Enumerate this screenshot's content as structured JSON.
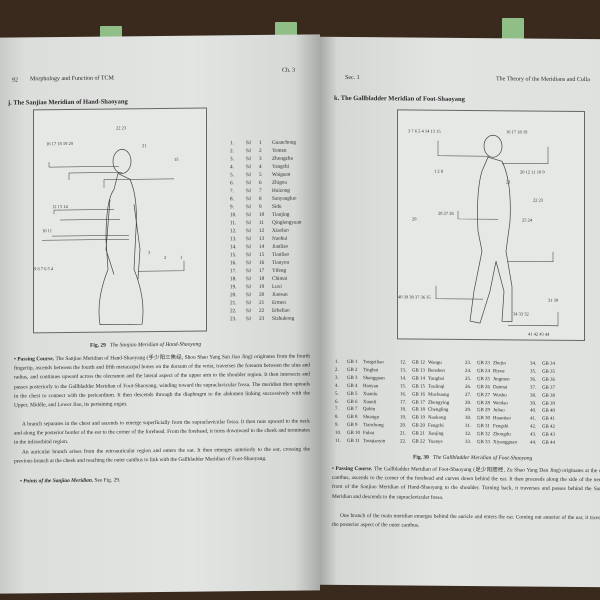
{
  "left_page": {
    "page_number": "92",
    "running_head": "Morphology and Function of TCM",
    "chapter": "Ch. 3",
    "section_title": "j. The Sanjiao Meridian of Hand-Shaoyang",
    "figure_labels": [
      "22 23",
      "16 17 18 19 20",
      "21",
      "15",
      "12 13 14",
      "10 11",
      "3",
      "2",
      "1",
      "9 8 7 6 5 4"
    ],
    "points": [
      {
        "n": "1.",
        "c": "SJ",
        "k": "1",
        "name": "Guanchong"
      },
      {
        "n": "2.",
        "c": "SJ",
        "k": "2",
        "name": "Yemen"
      },
      {
        "n": "3.",
        "c": "SJ",
        "k": "3",
        "name": "Zhongzhu"
      },
      {
        "n": "4.",
        "c": "SJ",
        "k": "4",
        "name": "Yangchi"
      },
      {
        "n": "5.",
        "c": "SJ",
        "k": "5",
        "name": "Waiguan"
      },
      {
        "n": "6.",
        "c": "SJ",
        "k": "6",
        "name": "Zhigou"
      },
      {
        "n": "7.",
        "c": "SJ",
        "k": "7",
        "name": "Huizong"
      },
      {
        "n": "8.",
        "c": "SJ",
        "k": "8",
        "name": "Sanyangluo"
      },
      {
        "n": "9.",
        "c": "SJ",
        "k": "9",
        "name": "Sidu"
      },
      {
        "n": "10.",
        "c": "SJ",
        "k": "10",
        "name": "Tianjing"
      },
      {
        "n": "11.",
        "c": "SJ",
        "k": "11",
        "name": "Qinglengyuan"
      },
      {
        "n": "12.",
        "c": "SJ",
        "k": "12",
        "name": "Xiaoluo"
      },
      {
        "n": "13.",
        "c": "SJ",
        "k": "13",
        "name": "Naohui"
      },
      {
        "n": "14.",
        "c": "SJ",
        "k": "14",
        "name": "Jianliao"
      },
      {
        "n": "15.",
        "c": "SJ",
        "k": "15",
        "name": "Tianliao"
      },
      {
        "n": "16.",
        "c": "SJ",
        "k": "16",
        "name": "Tianyou"
      },
      {
        "n": "17.",
        "c": "SJ",
        "k": "17",
        "name": "Yifeng"
      },
      {
        "n": "18.",
        "c": "SJ",
        "k": "18",
        "name": "Chimai"
      },
      {
        "n": "19.",
        "c": "SJ",
        "k": "19",
        "name": "Luxi"
      },
      {
        "n": "20.",
        "c": "SJ",
        "k": "20",
        "name": "Jiaosun"
      },
      {
        "n": "21.",
        "c": "SJ",
        "k": "21",
        "name": "Ermen"
      },
      {
        "n": "22.",
        "c": "SJ",
        "k": "22",
        "name": "Erheliao"
      },
      {
        "n": "23.",
        "c": "SJ",
        "k": "23",
        "name": "Sizhukong"
      }
    ],
    "fig_caption_num": "Fig. 29",
    "fig_caption_text": "The Sanjiao Meridian of Hand-Shaoyang",
    "passing_label": "• Passing Course.",
    "para1": "The Sanjiao Meridian of Hand-Shaoyang (手少阳三焦经, Shou Shao Yang San Jiao Jing) originates from the fourth fingertip, ascends between the fourth and fifth metacarpal bones on the dorsum of the wrist, traverses the forearm between the ulna and radius, and continues upward across the olecranon and the lateral aspect of the upper arm to the shoulder region. It then intersects and passes posteriorly to the Gallbladder Meridian of Foot-Shaoyang, winding toward the supraclavicular fossa. The meridian then spreads in the chest to connect with the pericardium. It then descends through the diaphragm to the abdomen linking successively with the Upper, Middle, and Lower Jiao, its pertaining organ.",
    "para2": "A branch separates in the chest and ascends to emerge superficially from the supraclavicular fossa. It then runs upward to the neck and along the posterior border of the ear to the corner of the forehead. From the forehead, it turns downward to the cheek and terminates in the infraorbital region.",
    "para3": "An auricular branch arises from the retroauricular region and enters the ear. It then emerges anteriorly to the ear, crossing the previous branch at the cheek and reaching the outer canthus to link with the Gallbladder Meridian of Foot-Shaoyang.",
    "points_label": "• Points of the Sanjiao Meridian.",
    "points_ref": "See Fig. 29."
  },
  "right_page": {
    "section": "Sec. 1",
    "running_head": "The Theory of the Meridians and Colla",
    "section_title": "k. The Gallbladder Meridian of Foot-Shaoyang",
    "figure_labels": [
      "3 7 6 5 4 14 13 15",
      "16 17 18 19",
      "1 2 8",
      "20 12 11 10 9",
      "21",
      "22 23",
      "29",
      "28 27 26",
      "25 24",
      "31 30",
      "34 33 32",
      "40 39 38 37 36 35",
      "41 42 43 44"
    ],
    "table": [
      [
        {
          "n": "1.",
          "c": "GB 1",
          "name": "Tongziliao"
        },
        {
          "n": "2.",
          "c": "GB 2",
          "name": "Tinghui"
        },
        {
          "n": "3.",
          "c": "GB 3",
          "name": "Shangguan"
        },
        {
          "n": "4.",
          "c": "GB 4",
          "name": "Hanyan"
        },
        {
          "n": "5.",
          "c": "GB 5",
          "name": "Xuanlu"
        },
        {
          "n": "6.",
          "c": "GB 6",
          "name": "Xuanli"
        },
        {
          "n": "7.",
          "c": "GB 7",
          "name": "Qubin"
        },
        {
          "n": "8.",
          "c": "GB 8",
          "name": "Shuaigu"
        },
        {
          "n": "9.",
          "c": "GB 9",
          "name": "Tianchong"
        },
        {
          "n": "10.",
          "c": "GB 10",
          "name": "Fubai"
        },
        {
          "n": "11.",
          "c": "GB 11",
          "name": "Touqiaoyin"
        }
      ],
      [
        {
          "n": "12.",
          "c": "GB 12",
          "name": "Wangu"
        },
        {
          "n": "13.",
          "c": "GB 13",
          "name": "Benshen"
        },
        {
          "n": "14.",
          "c": "GB 14",
          "name": "Yangbai"
        },
        {
          "n": "15.",
          "c": "GB 15",
          "name": "Toulinqi"
        },
        {
          "n": "16.",
          "c": "GB 16",
          "name": "Muchuang"
        },
        {
          "n": "17.",
          "c": "GB 17",
          "name": "Zhengying"
        },
        {
          "n": "18.",
          "c": "GB 18",
          "name": "Chengling"
        },
        {
          "n": "19.",
          "c": "GB 19",
          "name": "Naokong"
        },
        {
          "n": "20.",
          "c": "GB 20",
          "name": "Fengchi"
        },
        {
          "n": "21.",
          "c": "GB 21",
          "name": "Jianjing"
        },
        {
          "n": "22.",
          "c": "GB 22",
          "name": "Yuanye"
        }
      ],
      [
        {
          "n": "23.",
          "c": "GB 23",
          "name": "Zhejin"
        },
        {
          "n": "24.",
          "c": "GB 24",
          "name": "Riyue"
        },
        {
          "n": "25.",
          "c": "GB 25",
          "name": "Jingmen"
        },
        {
          "n": "26.",
          "c": "GB 26",
          "name": "Daimai"
        },
        {
          "n": "27.",
          "c": "GB 27",
          "name": "Wushu"
        },
        {
          "n": "28.",
          "c": "GB 28",
          "name": "Weidao"
        },
        {
          "n": "29.",
          "c": "GB 29",
          "name": "Juliao"
        },
        {
          "n": "30.",
          "c": "GB 30",
          "name": "Huantiao"
        },
        {
          "n": "31.",
          "c": "GB 31",
          "name": "Fengshi"
        },
        {
          "n": "32.",
          "c": "GB 32",
          "name": "Zhongdu"
        },
        {
          "n": "33.",
          "c": "GB 33",
          "name": "Xiyangguan"
        }
      ],
      [
        {
          "n": "34.",
          "c": "GB 34",
          "name": ""
        },
        {
          "n": "35.",
          "c": "GB 35",
          "name": ""
        },
        {
          "n": "36.",
          "c": "GB 36",
          "name": ""
        },
        {
          "n": "37.",
          "c": "GB 37",
          "name": ""
        },
        {
          "n": "38.",
          "c": "GB 38",
          "name": ""
        },
        {
          "n": "39.",
          "c": "GB 39",
          "name": ""
        },
        {
          "n": "40.",
          "c": "GB 40",
          "name": ""
        },
        {
          "n": "41.",
          "c": "GB 41",
          "name": ""
        },
        {
          "n": "42.",
          "c": "GB 42",
          "name": ""
        },
        {
          "n": "43.",
          "c": "GB 43",
          "name": ""
        },
        {
          "n": "44.",
          "c": "GB 44",
          "name": ""
        }
      ]
    ],
    "fig_caption_num": "Fig. 30",
    "fig_caption_text": "The Gallbladder Meridian of Foot-Shaoyang",
    "passing_label": "• Passing Course.",
    "para1": "The Gallbladder Meridian of Foot-Shaoyang (足少阳胆经, Zu Shao Yang Dan Jing) originates at the outer canthus, ascends to the corner of the forehead and curves down behind the ear. It then proceeds along the side of the neck in front of the Sanjiao Meridian of Hand-Shaoyang to the shoulder. Turning back, it traverses and passes behind the Sanjiao Meridian and descends to the supraclavicular fossa.",
    "para2": "One branch of the main meridian emerges behind the auricle and enters the ear. Coming out anterior of the ear, it travels to the posterior aspect of the outer canthus."
  }
}
